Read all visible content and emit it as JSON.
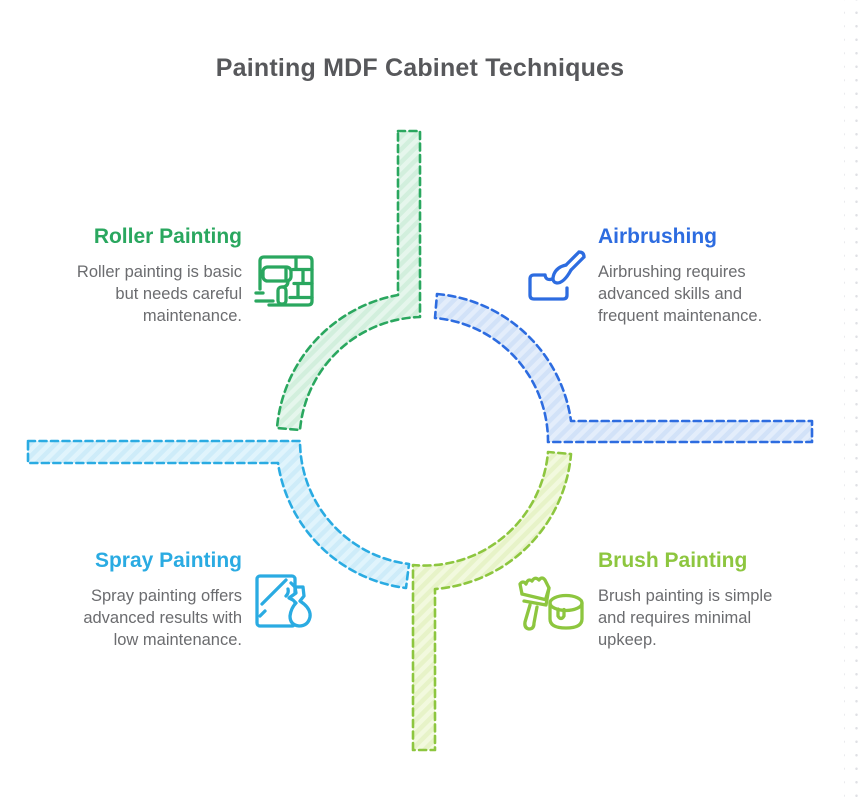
{
  "title": "Painting MDF Cabinet Techniques",
  "title_color": "#57585b",
  "body_text_color": "#6b6c6f",
  "techniques": [
    {
      "name": "Roller Painting",
      "description": "Roller painting is basic but needs careful maintenance.",
      "position": "top-left",
      "icon": "paint-roller-wall-icon",
      "colors": {
        "stroke": "#2aa75f",
        "fill": "#e5f6ec",
        "hatch": "#d2efdd"
      }
    },
    {
      "name": "Airbrushing",
      "description": "Airbrushing requires advanced skills and frequent maintenance.",
      "position": "top-right",
      "icon": "paintbrush-tray-icon",
      "colors": {
        "stroke": "#2d6ce0",
        "fill": "#e3edfb",
        "hatch": "#d2e2f8"
      }
    },
    {
      "name": "Spray Painting",
      "description": "Spray painting offers advanced results with low maintenance.",
      "position": "bottom-left",
      "icon": "spray-bottle-panel-icon",
      "colors": {
        "stroke": "#2aabe2",
        "fill": "#e0f4fc",
        "hatch": "#ceecf9"
      }
    },
    {
      "name": "Brush Painting",
      "description": "Brush painting is simple and requires minimal upkeep.",
      "position": "bottom-right",
      "icon": "paintbrush-paint-can-icon",
      "colors": {
        "stroke": "#8dc63f",
        "fill": "#f2f9de",
        "hatch": "#e7f3c8"
      }
    }
  ]
}
